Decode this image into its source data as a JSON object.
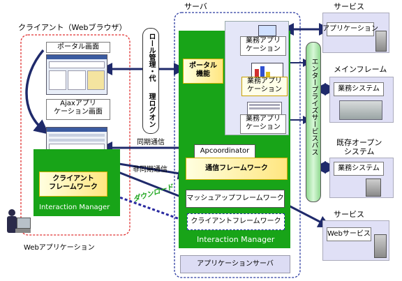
{
  "client": {
    "title": "クライアント（Webブラウザ）",
    "portal_screen": "ポータル画面",
    "ajax_screen_line1": "Ajaxアプリ",
    "ajax_screen_line2": "ケーション画面",
    "framework_line1": "クライアント",
    "framework_line2": "フレームワーク",
    "interaction_manager": "Interaction Manager",
    "user_caption": "Webアプリケーション"
  },
  "role_management": {
    "line1": "ロール管理・代",
    "line2": "理ログオン"
  },
  "connections": {
    "sync": "同期通信",
    "async": "非同期通信",
    "download": "ダウンロード"
  },
  "server": {
    "title": "サーバ",
    "portal_line1": "ポータル",
    "portal_line2": "機能",
    "business_app_line1": "業務アプリ",
    "business_app_line2": "ケーション",
    "apcoordinator": "Apcoordinator",
    "comm_framework": "通信フレームワーク",
    "mashup_framework": "マッシュアップフレームワーク",
    "client_framework": "クライアントフレームワーク",
    "interaction_manager": "Interaction Manager",
    "app_server": "アプリケーションサーバ"
  },
  "esb": {
    "label": "エンタープライズサービスバス"
  },
  "right": {
    "service_label": "サービス",
    "application": "アプリケーション",
    "mainframe": "メインフレーム",
    "business_system": "業務システム",
    "legacy_open_line1": "既存オープン",
    "legacy_open_line2": "システム",
    "service2_label": "サービス",
    "web_service": "Webサービス"
  },
  "colors": {
    "green": "#18a418",
    "navy": "#1f2a6b",
    "red_dashed": "#e03030",
    "blue_dashed": "#2a3aa0",
    "esb_green": "#b8ecb8",
    "panel_lavender": "#dcdcf4"
  }
}
